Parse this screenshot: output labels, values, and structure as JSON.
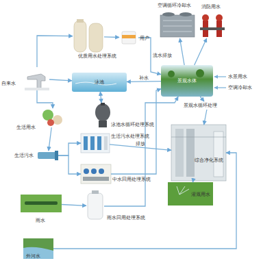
{
  "diagram": {
    "nodes": [
      {
        "text": [
          "空调循环冷却水"
        ]
      },
      {
        "text": [
          "消防用水"
        ]
      },
      {
        "text": [
          "优质用水处理系统"
        ]
      },
      {
        "text": [
          "用户"
        ]
      },
      {
        "text": [
          "景观水体"
        ]
      },
      {
        "text": [
          "自来水"
        ]
      },
      {
        "text": [
          "泳池"
        ]
      },
      {
        "text": [
          "泳池水循环处理系统"
        ]
      },
      {
        "text": [
          "生活用水"
        ]
      },
      {
        "text": [
          "景观水循环处理"
        ]
      },
      {
        "text": [
          "生活污水"
        ]
      },
      {
        "text": [
          "生活污水处理系统"
        ]
      },
      {
        "text": [
          "综合净化系统"
        ]
      },
      {
        "text": [
          "中水回用处理系统"
        ]
      },
      {
        "text": [
          "灌溉用水"
        ]
      },
      {
        "text": [
          "雨水"
        ]
      },
      {
        "text": [
          "雨水回用处理系统"
        ]
      },
      {
        "text": [
          "外河水"
        ]
      }
    ],
    "edges": [
      {
        "from": 5,
        "to": 2,
        "arrow": "to"
      },
      {
        "from": 2,
        "to": 3,
        "arrow": "to"
      },
      {
        "from": 5,
        "to": 6,
        "arrow": "to"
      },
      {
        "from": 6,
        "to": 7,
        "arrow": "both"
      },
      {
        "from": 4,
        "to": 6,
        "label": "补水",
        "arrow": "to"
      },
      {
        "from": 3,
        "to": 4,
        "label": "流水排放",
        "arrow": "to"
      },
      {
        "from": 4,
        "to": 0,
        "arrow": "to"
      },
      {
        "from": 4,
        "to": 1,
        "arrow": "to"
      },
      {
        "from": 5,
        "to": 8,
        "arrow": "to"
      },
      {
        "from": 8,
        "to": 10,
        "arrow": "to"
      },
      {
        "from": 10,
        "to": 11,
        "arrow": "to"
      },
      {
        "from": 11,
        "to": 12,
        "label": "排放",
        "arrow": "to"
      },
      {
        "from": 10,
        "to": 13,
        "arrow": "to"
      },
      {
        "from": 13,
        "to": 4,
        "arrow": "to"
      },
      {
        "from": 4,
        "to": 9,
        "arrow": "to"
      },
      {
        "from": 9,
        "to": 12,
        "arrow": "to"
      },
      {
        "from": 12,
        "to": 14,
        "arrow": "to"
      },
      {
        "from": 15,
        "to": 16,
        "arrow": "to"
      },
      {
        "from": 16,
        "to": 4,
        "arrow": "to"
      },
      {
        "from": 17,
        "to": 12,
        "arrow": "to"
      }
    ],
    "labels": [
      "水景用水",
      "空调冷却水"
    ]
  }
}
